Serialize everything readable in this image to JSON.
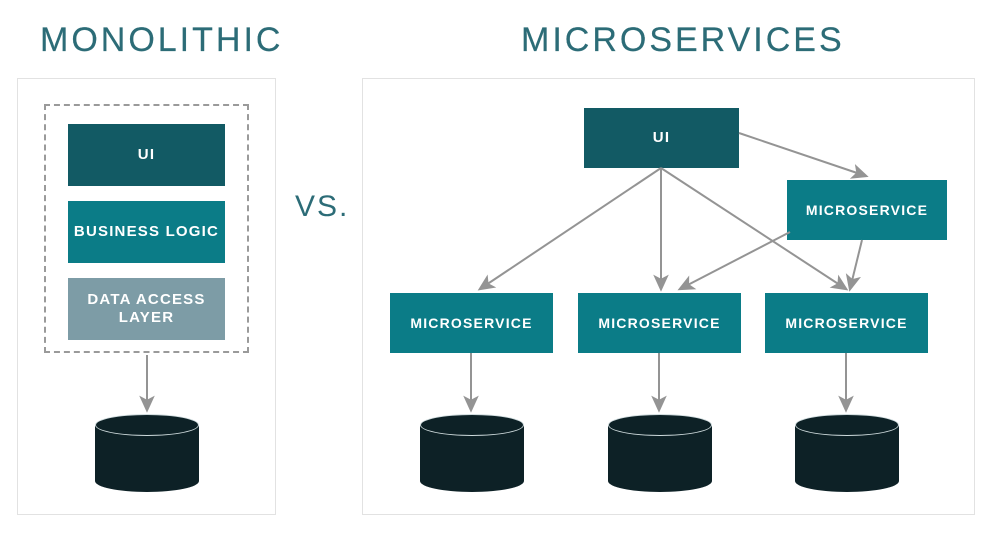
{
  "headings": {
    "monolithic": "MONOLITHIC",
    "microservices": "MICROSERVICES"
  },
  "comparison": {
    "vs_label": "VS."
  },
  "monolithic": {
    "layers": [
      {
        "label": "UI",
        "color": "#125a64"
      },
      {
        "label": "BUSINESS LOGIC",
        "color": "#0b7c87"
      },
      {
        "label": "DATA ACCESS LAYER",
        "color": "#7d9ca6"
      }
    ],
    "database_label": "database-cylinder"
  },
  "microservices": {
    "ui": {
      "label": "UI",
      "color": "#125a64"
    },
    "nodes": [
      {
        "label": "MICROSERVICE",
        "color": "#0b7c87",
        "position": "right"
      },
      {
        "label": "MICROSERVICE",
        "color": "#0b7c87",
        "position": "bottom-left"
      },
      {
        "label": "MICROSERVICE",
        "color": "#0b7c87",
        "position": "bottom-center"
      },
      {
        "label": "MICROSERVICE",
        "color": "#0b7c87",
        "position": "bottom-right"
      }
    ],
    "databases": 3
  },
  "colors": {
    "dark_teal": "#125a64",
    "teal": "#0b7c87",
    "slate_gray": "#7d9ca6",
    "cylinder_dark": "#0d2126",
    "heading_teal": "#2c6c77",
    "arrow_gray": "#949494",
    "panel_border": "#e2e2e2",
    "dashed_border": "#9a9a9a",
    "background": "#ffffff"
  },
  "chart_data": {
    "type": "diagram",
    "title": "Monolithic vs Microservices architecture comparison",
    "nodes": [
      {
        "id": "mono-ui",
        "label": "UI",
        "group": "monolithic"
      },
      {
        "id": "mono-business",
        "label": "BUSINESS LOGIC",
        "group": "monolithic"
      },
      {
        "id": "mono-data",
        "label": "DATA ACCESS LAYER",
        "group": "monolithic"
      },
      {
        "id": "mono-db",
        "label": "",
        "group": "monolithic"
      },
      {
        "id": "ms-ui",
        "label": "UI",
        "group": "microservices"
      },
      {
        "id": "ms-right",
        "label": "MICROSERVICE",
        "group": "microservices"
      },
      {
        "id": "ms-b1",
        "label": "MICROSERVICE",
        "group": "microservices"
      },
      {
        "id": "ms-b2",
        "label": "MICROSERVICE",
        "group": "microservices"
      },
      {
        "id": "ms-b3",
        "label": "MICROSERVICE",
        "group": "microservices"
      },
      {
        "id": "db-1",
        "label": "",
        "group": "microservices"
      },
      {
        "id": "db-2",
        "label": "",
        "group": "microservices"
      },
      {
        "id": "db-3",
        "label": "",
        "group": "microservices"
      }
    ],
    "edges": [
      {
        "from": "mono-group",
        "to": "mono-db"
      },
      {
        "from": "ms-ui",
        "to": "ms-right"
      },
      {
        "from": "ms-ui",
        "to": "ms-b1"
      },
      {
        "from": "ms-ui",
        "to": "ms-b2"
      },
      {
        "from": "ms-ui",
        "to": "ms-b3"
      },
      {
        "from": "ms-right",
        "to": "ms-b2"
      },
      {
        "from": "ms-right",
        "to": "ms-b3"
      },
      {
        "from": "ms-b1",
        "to": "db-1"
      },
      {
        "from": "ms-b2",
        "to": "db-2"
      },
      {
        "from": "ms-b3",
        "to": "db-3"
      }
    ]
  }
}
